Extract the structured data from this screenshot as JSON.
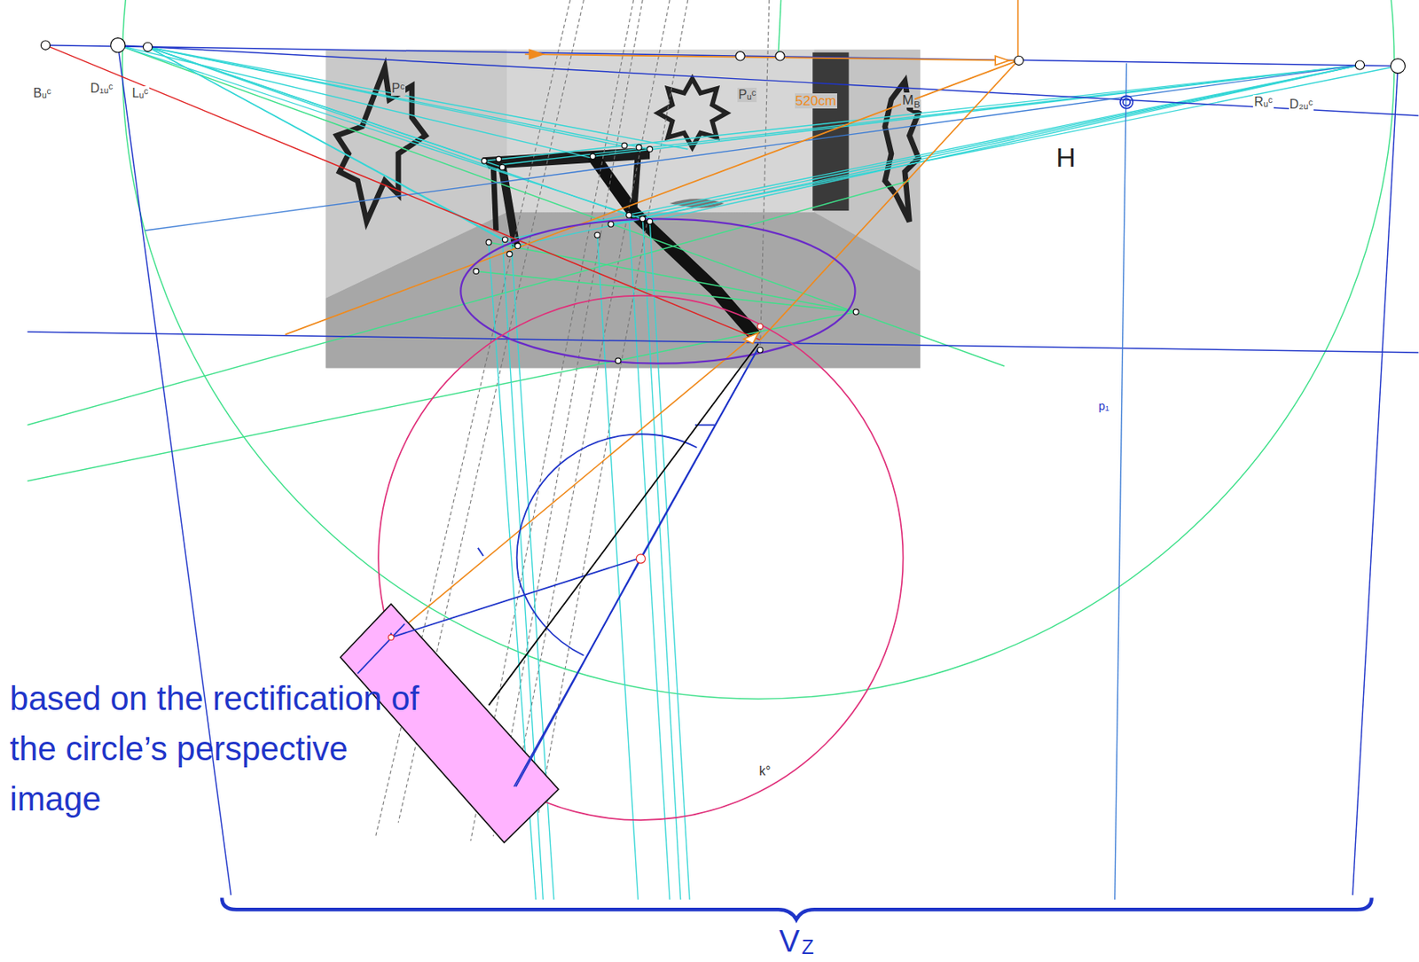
{
  "diagram": {
    "labels": [
      "Bᵤᶜ",
      "D₁ᵤᶜ",
      "Lᵤᶜ",
      "Pᶜ",
      "Pᵤᶜ",
      "520cm",
      "M",
      "B",
      "H",
      "Rᵤᶜ",
      "D₂ᵤᶜ",
      "p₁",
      "k°",
      "based on the rectification of the circle’s perspective image",
      "V",
      "Z"
    ]
  }
}
